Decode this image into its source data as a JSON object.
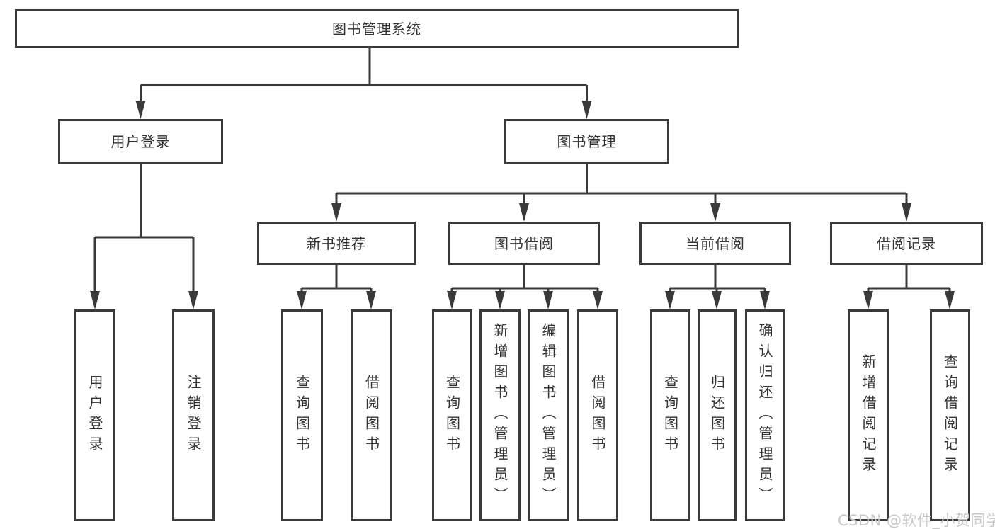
{
  "diagram": {
    "title_note": "functional structure chart",
    "root": {
      "label": "图书管理系统"
    },
    "level2": [
      {
        "label": "用户登录"
      },
      {
        "label": "图书管理"
      }
    ],
    "level3": [
      {
        "label": "新书推荐"
      },
      {
        "label": "图书借阅"
      },
      {
        "label": "当前借阅"
      },
      {
        "label": "借阅记录"
      }
    ],
    "leaves": {
      "user_login": [
        "用户登录",
        "注销登录"
      ],
      "new_book": [
        "查询图书",
        "借阅图书"
      ],
      "book_borrow": [
        "查询图书",
        "新增图书（管理员）",
        "编辑图书（管理员）",
        "借阅图书"
      ],
      "current_borrow": [
        "查询图书",
        "归还图书",
        "确认归还（管理员）"
      ],
      "records": [
        "新增借阅记录",
        "查询借阅记录"
      ]
    }
  },
  "colors": {
    "line": "#3a3a3a",
    "text": "#333333",
    "background": "#ffffff",
    "watermark": "#c9c9c9"
  },
  "watermark": {
    "text": "CSDN @软件_小贺同学"
  }
}
